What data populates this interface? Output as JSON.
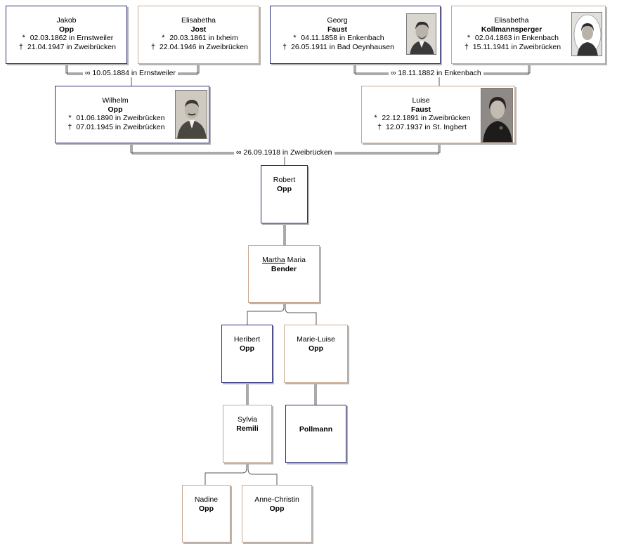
{
  "persons": {
    "jakob": {
      "given": "Jakob",
      "surname": "Opp",
      "birth": "02.03.1862 in Ernstweiler",
      "death": "21.04.1947 in Zweibrücken"
    },
    "elisabetha_jost": {
      "given": "Elisabetha",
      "surname": "Jost",
      "birth": "20.03.1861 in Ixheim",
      "death": "22.04.1946 in Zweibrücken"
    },
    "georg": {
      "given": "Georg",
      "surname": "Faust",
      "birth": "04.11.1858 in Enkenbach",
      "death": "26.05.1911 in Bad Oeynhausen"
    },
    "elisabetha_k": {
      "given": "Elisabetha",
      "surname": "Kollmannsperger",
      "birth": "02.04.1863 in Enkenbach",
      "death": "15.11.1941 in Zweibrücken"
    },
    "wilhelm": {
      "given": "Wilhelm",
      "surname": "Opp",
      "birth": "01.06.1890 in Zweibrücken",
      "death": "07.01.1945 in Zweibrücken"
    },
    "luise": {
      "given": "Luise",
      "surname": "Faust",
      "birth": "22.12.1891 in Zweibrücken",
      "death": "12.07.1937 in St. Ingbert"
    },
    "robert": {
      "given": "Robert",
      "surname": "Opp"
    },
    "martha": {
      "given_underlined": "Martha",
      "given_rest": "Maria",
      "surname": "Bender"
    },
    "heribert": {
      "given": "Heribert",
      "surname": "Opp"
    },
    "marie_luise": {
      "given": "Marie-Luise",
      "surname": "Opp"
    },
    "sylvia": {
      "given": "Sylvia",
      "surname": "Remili"
    },
    "pollmann": {
      "surname": "Pollmann"
    },
    "nadine": {
      "given": "Nadine",
      "surname": "Opp"
    },
    "anne_christin": {
      "given": "Anne-Christin",
      "surname": "Opp"
    }
  },
  "marriages": {
    "m1": "10.05.1884 in Ernstweiler",
    "m2": "18.11.1882 in Enkenbach",
    "m3": "26.09.1918 in Zweibrücken"
  },
  "symbols": {
    "birth": "*",
    "death": "†",
    "marriage": "∞"
  },
  "colors": {
    "male_border": "#2b2b7a",
    "female_border": "#c8a890",
    "line": "#555555"
  }
}
